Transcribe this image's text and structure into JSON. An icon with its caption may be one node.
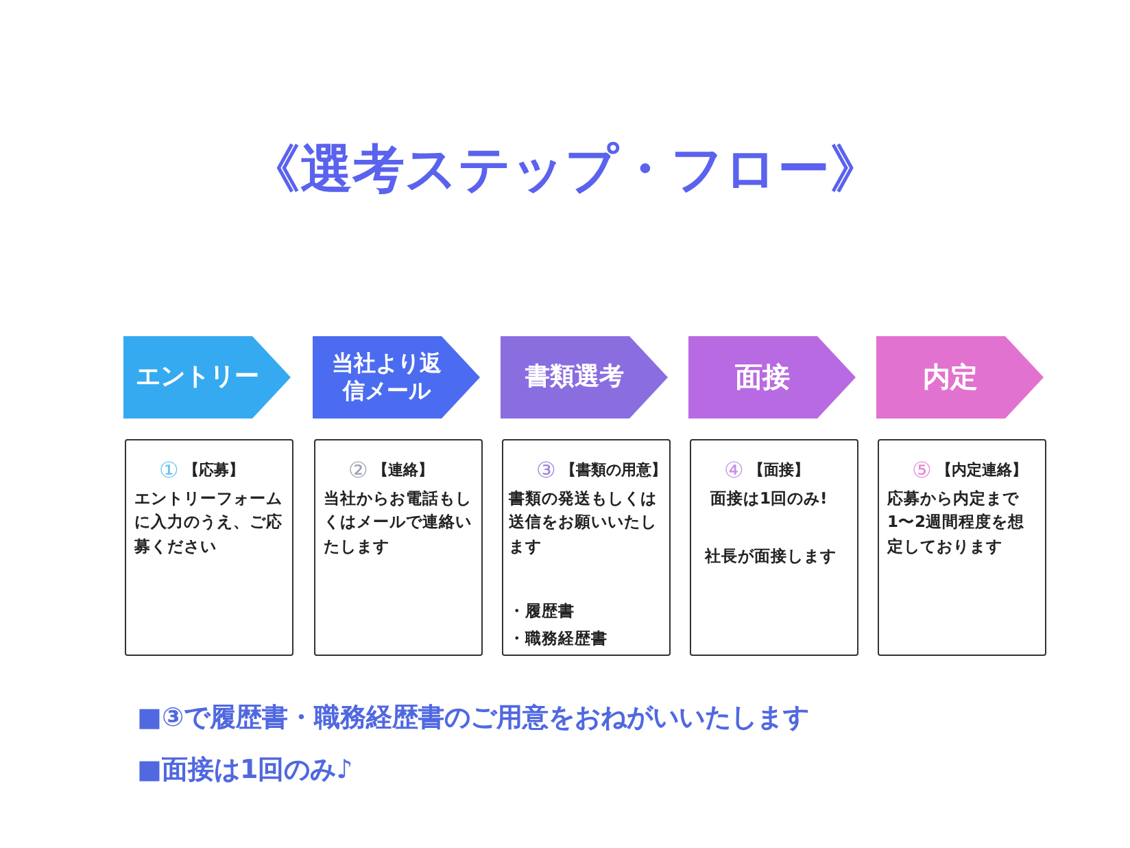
{
  "diagram": {
    "title": "《選考ステップ・フロー》",
    "nodes": [
      {
        "text": [
          "エントリー"
        ]
      },
      {
        "text": [
          "当社より返信メール"
        ]
      },
      {
        "text": [
          "書類選考"
        ]
      },
      {
        "text": [
          "面接"
        ]
      },
      {
        "text": [
          "内定"
        ]
      },
      {
        "text": [
          "①",
          "【応募】",
          "エントリーフォームに入力のうえ、ご応募ください"
        ]
      },
      {
        "text": [
          "②",
          "【連絡】",
          "当社からお電話もしくはメールで連絡いたします"
        ]
      },
      {
        "text": [
          "③",
          "【書類の用意】",
          "書類の発送もしくは送信をお願いいたします",
          "・履歴書",
          "・職務経歴書"
        ]
      },
      {
        "text": [
          "④",
          "【面接】",
          "面接は1回のみ!",
          "社長が面接します"
        ]
      },
      {
        "text": [
          "⑤",
          "【内定連絡】",
          "応募から内定まで1〜2週間程度を想定しております"
        ]
      }
    ],
    "labels": [
      "■③で履歴書・職務経歴書のご用意をおねがいいたします",
      "■面接は1回のみ♪"
    ]
  }
}
